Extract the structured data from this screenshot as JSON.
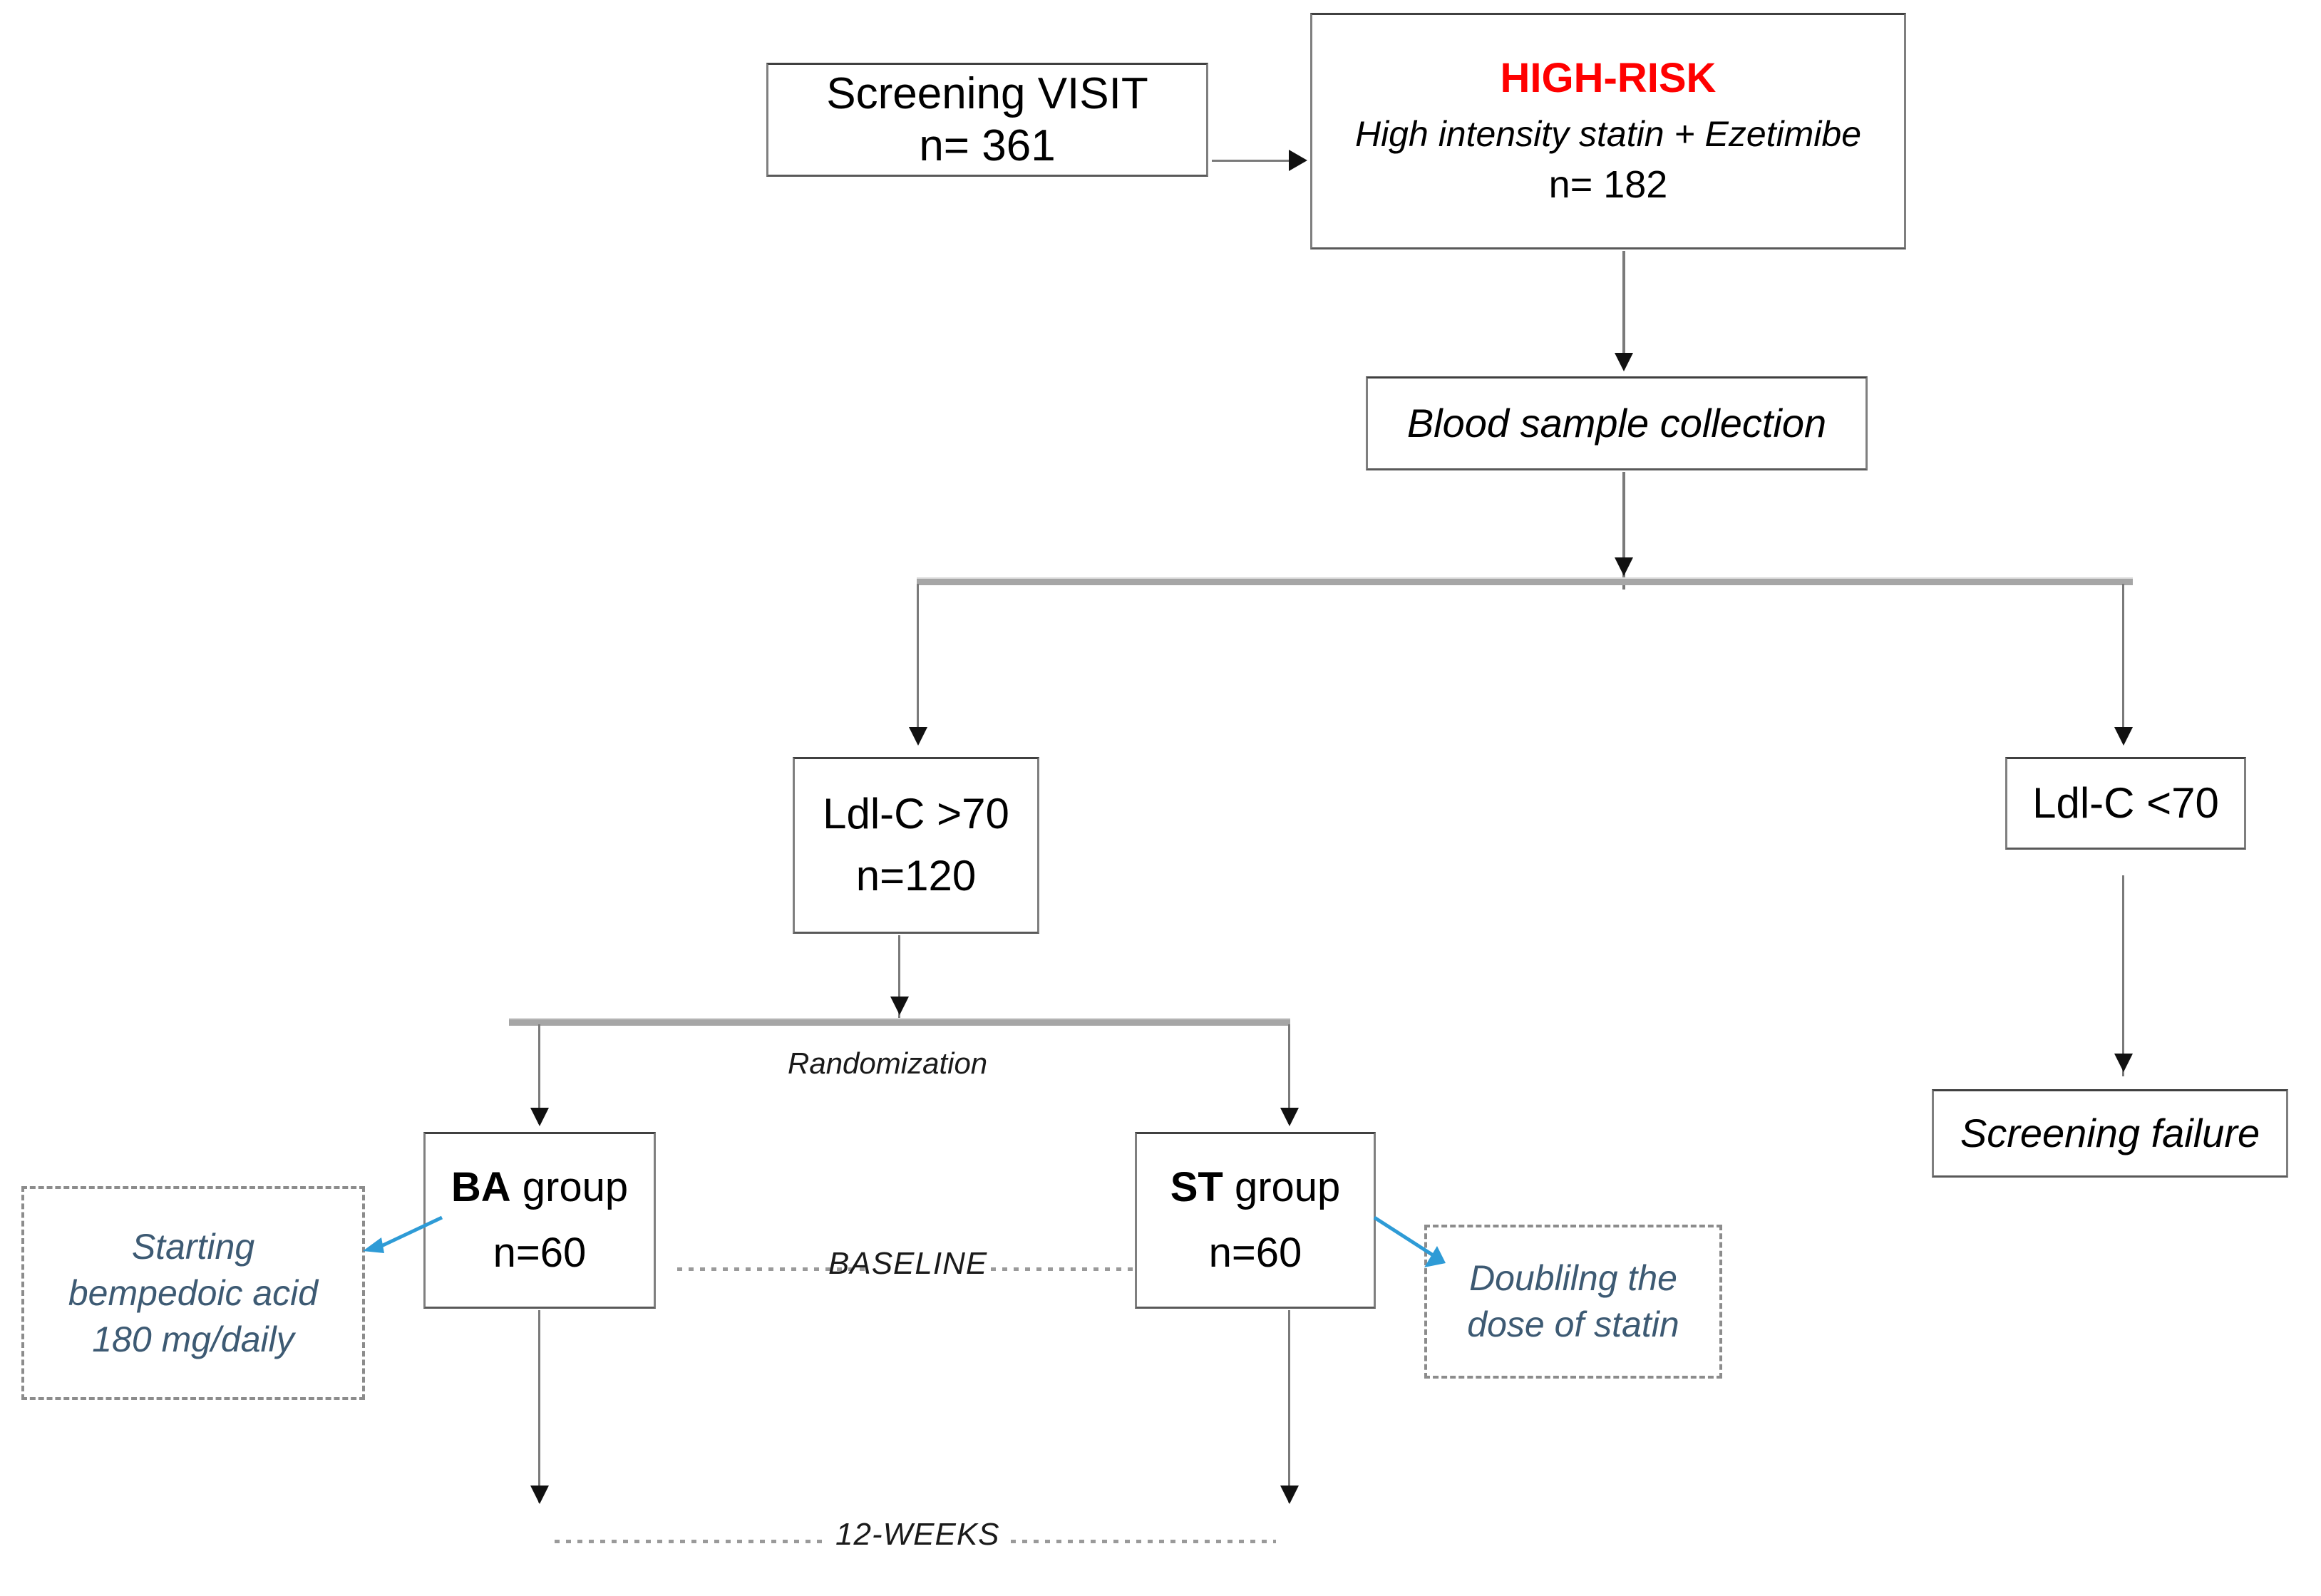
{
  "diagram": {
    "title": "Clinical trial enrollment and randomization flowchart",
    "accent_colors": {
      "high_risk_red": "#ff0000",
      "callout_text_blue": "#3d5a73",
      "callout_arrow_blue": "#2e9bd6",
      "box_border_gray": "#7f7f7f",
      "connector_gray": "#7a7a7a"
    }
  },
  "nodes": {
    "screening_visit": {
      "line1": "Screening  VISIT",
      "line2": "n= 361"
    },
    "high_risk": {
      "heading": "HIGH-RISK",
      "line1": "High intensity statin + Ezetimibe",
      "line2": "n= 182"
    },
    "blood_sample": {
      "line1": "Blood sample collection"
    },
    "ldl_high": {
      "line1": "Ldl-C >70",
      "line2": "n=120"
    },
    "ldl_low": {
      "line1": "Ldl-C <70"
    },
    "screening_failure": {
      "line1": "Screening failure"
    },
    "ba_group": {
      "label_bold": "BA",
      "label_rest": " group",
      "line2": "n=60"
    },
    "st_group": {
      "label_bold": "ST",
      "label_rest": " group",
      "line2": "n=60"
    }
  },
  "callouts": {
    "ba_treatment": {
      "line1": "Starting",
      "line2": "bempedoic acid",
      "line3": "180 mg/daily"
    },
    "st_treatment": {
      "line1": "Doublilng the",
      "line2": "dose of statin"
    }
  },
  "labels": {
    "randomization": "Randomization",
    "baseline": "BASELINE",
    "twelve_weeks": "12-WEEKS"
  }
}
